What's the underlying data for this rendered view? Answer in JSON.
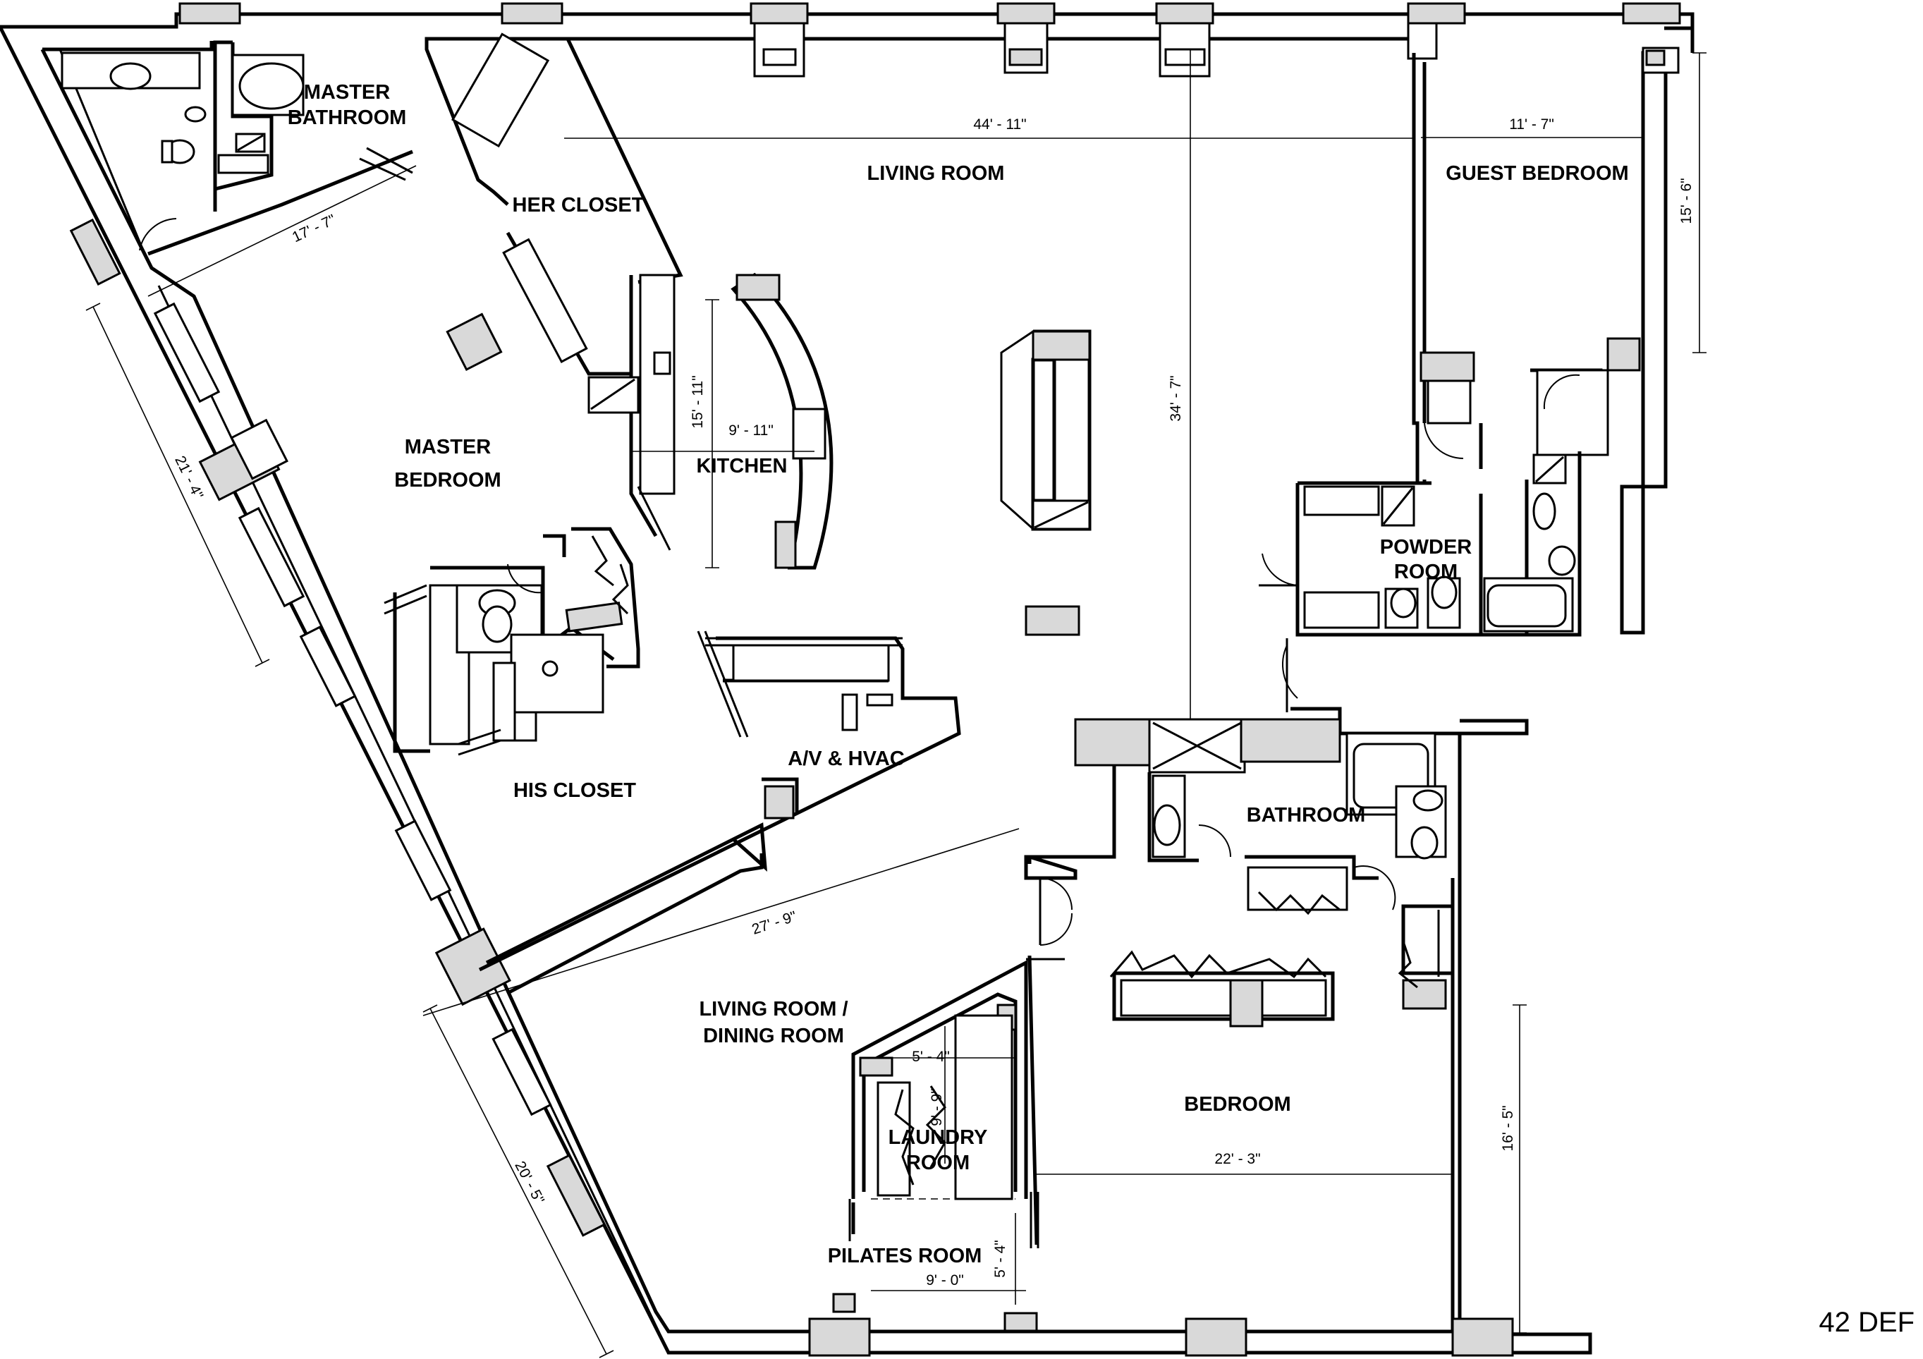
{
  "unit_id": "42 DEF",
  "rooms": {
    "master_bathroom": [
      "MASTER",
      "BATHROOM"
    ],
    "her_closet": "HER CLOSET",
    "living_room": "LIVING ROOM",
    "guest_bedroom": "GUEST BEDROOM",
    "kitchen": "KITCHEN",
    "master_bedroom": [
      "MASTER",
      "BEDROOM"
    ],
    "powder_room": [
      "POWDER",
      "ROOM"
    ],
    "his_closet": "HIS CLOSET",
    "av_hvac": "A/V & HVAC",
    "bathroom": "BATHROOM",
    "living_dining": [
      "LIVING ROOM /",
      "DINING ROOM"
    ],
    "laundry_room": [
      "LAUNDRY",
      "ROOM"
    ],
    "bedroom": "BEDROOM",
    "pilates_room": "PILATES ROOM"
  },
  "dimensions": {
    "living_width": "44' - 11\"",
    "guest_width": "11' - 7\"",
    "guest_depth": "15' - 6\"",
    "master_bath_width": "17' - 7\"",
    "master_wall": "21' - 4\"",
    "kitchen_depth": "15' - 11\"",
    "kitchen_width": "9' - 11\"",
    "living_depth": "34' - 7\"",
    "dining_width": "27' - 9\"",
    "laundry_width": "5' - 4\"",
    "laundry_depth": "9' - 9\"",
    "dining_wall": "20' - 5\"",
    "bedroom_width": "22' - 3\"",
    "bedroom_depth": "16' - 5\"",
    "pilates_width": "9' - 0\"",
    "pilates_depth": "5' - 4\""
  }
}
